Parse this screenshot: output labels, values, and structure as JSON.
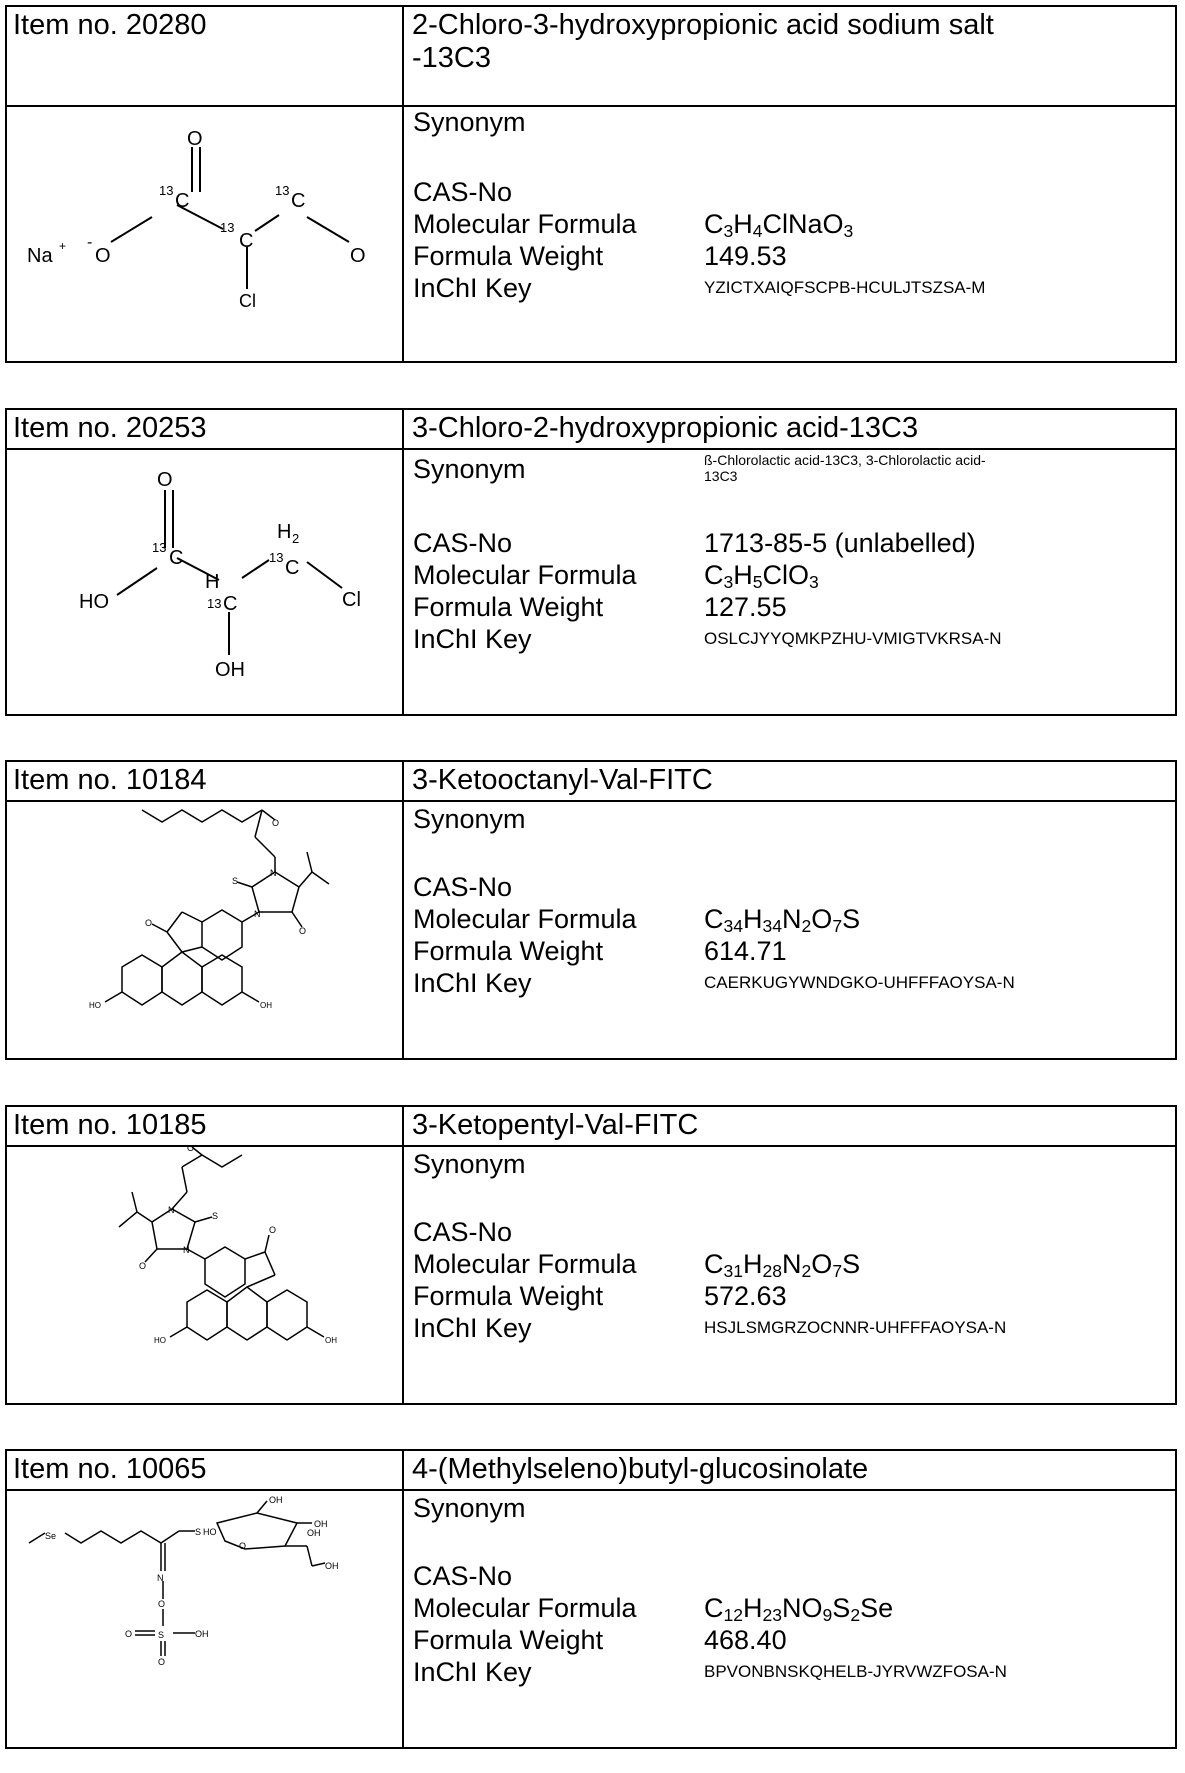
{
  "entries": [
    {
      "item_no": "Item no. 20280",
      "name_line1": "2-Chloro-3-hydroxypropionic acid sodium salt",
      "name_line2": "-13C3",
      "labels": {
        "synonym": "Synonym",
        "cas": "CAS-No",
        "formula": "Molecular Formula",
        "weight": "Formula Weight",
        "inchi": "InChI Key"
      },
      "synonym": "",
      "cas": "",
      "formula_parts": [
        "C",
        "3",
        "H",
        "4",
        "ClNaO",
        "3"
      ],
      "weight": "149.53",
      "inchi": "YZICTXAIQFSCPB-HCULJTSZSA-M",
      "struct_labels": {
        "na": "Na",
        "plus": "+",
        "minus": "-",
        "o": "O",
        "c13": "13",
        "c": "C",
        "cl": "Cl"
      }
    },
    {
      "item_no": "Item no. 20253",
      "name_line1": "3-Chloro-2-hydroxypropionic acid-13C3",
      "labels": {
        "synonym": "Synonym",
        "cas": "CAS-No",
        "formula": "Molecular Formula",
        "weight": "Formula Weight",
        "inchi": "InChI Key"
      },
      "synonym_line1": "ß-Chlorolactic acid-13C3, 3-Chlorolactic acid-",
      "synonym_line2": "13C3",
      "cas": "1713-85-5 (unlabelled)",
      "formula_parts": [
        "C",
        "3",
        "H",
        "5",
        "ClO",
        "3"
      ],
      "weight": "127.55",
      "inchi": "OSLCJYYQMKPZHU-VMIGTVKRSA-N",
      "struct_labels": {
        "o": "O",
        "ho": "HO",
        "oh": "OH",
        "h": "H",
        "h2": "2",
        "c13": "13",
        "c": "C",
        "cl": "Cl"
      }
    },
    {
      "item_no": "Item no. 10184",
      "name_line1": "3-Ketooctanyl-Val-FITC",
      "labels": {
        "synonym": "Synonym",
        "cas": "CAS-No",
        "formula": "Molecular Formula",
        "weight": "Formula Weight",
        "inchi": "InChI Key"
      },
      "synonym": "",
      "cas": "",
      "formula_parts": [
        "C",
        "34",
        "H",
        "34",
        "N",
        "2",
        "O",
        "7",
        "S"
      ],
      "weight": "614.71",
      "inchi": "CAERKUGYWNDGKO-UHFFFAOYSA-N",
      "struct_labels": {
        "o": "O",
        "s": "S",
        "n": "N",
        "ho": "HO",
        "oh": "OH"
      }
    },
    {
      "item_no": "Item no. 10185",
      "name_line1": "3-Ketopentyl-Val-FITC",
      "labels": {
        "synonym": "Synonym",
        "cas": "CAS-No",
        "formula": "Molecular Formula",
        "weight": "Formula Weight",
        "inchi": "InChI Key"
      },
      "synonym": "",
      "cas": "",
      "formula_parts": [
        "C",
        "31",
        "H",
        "28",
        "N",
        "2",
        "O",
        "7",
        "S"
      ],
      "weight": "572.63",
      "inchi": "HSJLSMGRZOCNNR-UHFFFAOYSA-N",
      "struct_labels": {
        "o": "O",
        "s": "S",
        "n": "N",
        "ho": "HO",
        "oh": "OH"
      }
    },
    {
      "item_no": "Item no. 10065",
      "name_line1": "4-(Methylseleno)butyl-glucosinolate",
      "labels": {
        "synonym": "Synonym",
        "cas": "CAS-No",
        "formula": "Molecular Formula",
        "weight": "Formula Weight",
        "inchi": "InChI Key"
      },
      "synonym": "",
      "cas": "",
      "formula_parts": [
        "C",
        "12",
        "H",
        "23",
        "NO",
        "9",
        "S",
        "2",
        "Se"
      ],
      "weight": "468.40",
      "inchi": "BPVONBNSKQHELB-JYRVWZFOSA-N",
      "struct_labels": {
        "se": "Se",
        "s": "S",
        "ho": "HO",
        "oh": "OH",
        "o": "O",
        "n": "N"
      }
    }
  ]
}
